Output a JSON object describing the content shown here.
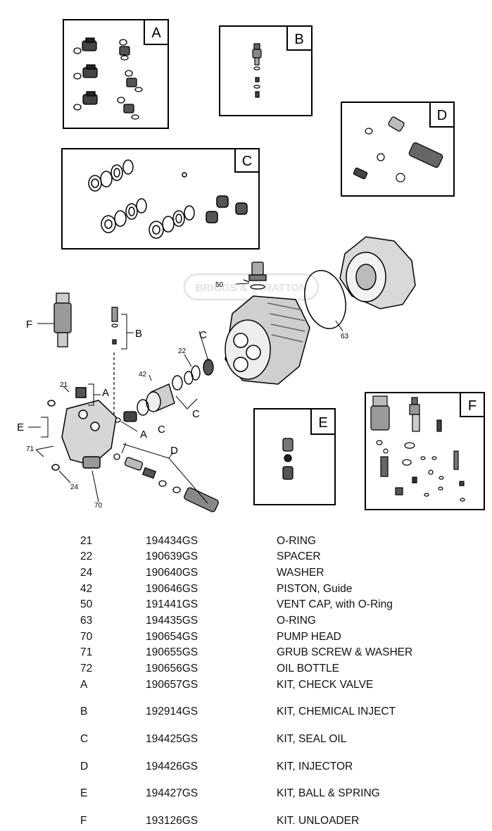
{
  "diagram": {
    "watermark": "BRIGGS & STRATTON",
    "kit_boxes": [
      {
        "letter": "A"
      },
      {
        "letter": "B"
      },
      {
        "letter": "C"
      },
      {
        "letter": "D"
      },
      {
        "letter": "E"
      },
      {
        "letter": "F"
      }
    ],
    "callouts": {
      "c50": "50",
      "c63": "63",
      "c22": "22",
      "c42": "42",
      "c21": "21",
      "c71": "71",
      "c24": "24",
      "c70": "70",
      "kit_F": "F",
      "kit_B": "B",
      "kit_C_upper": "C",
      "kit_C_lower": "C",
      "kit_A_upper": "A",
      "kit_A_lower": "A",
      "kit_E": "E",
      "kit_D": "D"
    }
  },
  "parts": [
    {
      "ref": "21",
      "part": "194434GS",
      "desc": "O-RING"
    },
    {
      "ref": "22",
      "part": "190639GS",
      "desc": "SPACER"
    },
    {
      "ref": "24",
      "part": "190640GS",
      "desc": "WASHER"
    },
    {
      "ref": "42",
      "part": "190646GS",
      "desc": "PISTON, Guide"
    },
    {
      "ref": "50",
      "part": "191441GS",
      "desc": "VENT CAP, with O-Ring"
    },
    {
      "ref": "63",
      "part": "194435GS",
      "desc": "O-RING"
    },
    {
      "ref": "70",
      "part": "190654GS",
      "desc": "PUMP HEAD"
    },
    {
      "ref": "71",
      "part": "190655GS",
      "desc": "GRUB SCREW & WASHER"
    },
    {
      "ref": "72",
      "part": "190656GS",
      "desc": "OIL BOTTLE"
    },
    {
      "ref": "A",
      "part": "190657GS",
      "desc": "KIT, CHECK VALVE"
    },
    {
      "ref": "B",
      "part": "192914GS",
      "desc": "KIT, CHEMICAL INJECT"
    },
    {
      "ref": "C",
      "part": "194425GS",
      "desc": "KIT, SEAL OIL"
    },
    {
      "ref": "D",
      "part": "194426GS",
      "desc": "KIT, INJECTOR"
    },
    {
      "ref": "E",
      "part": "194427GS",
      "desc": "KIT, BALL & SPRING"
    },
    {
      "ref": "F",
      "part": "193126GS",
      "desc": "KIT. UNLOADER"
    }
  ]
}
